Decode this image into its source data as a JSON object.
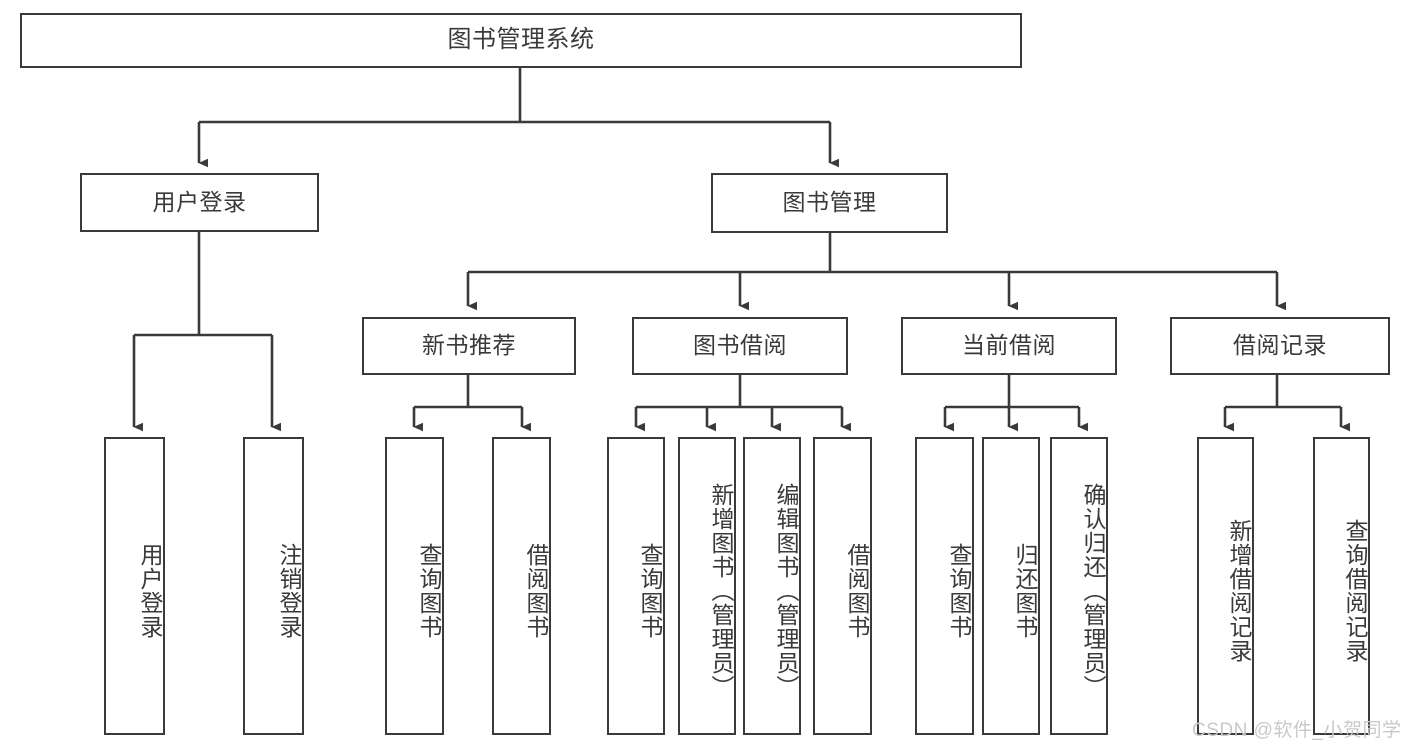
{
  "diagram": {
    "title": "图书管理系统",
    "type": "hierarchy-tree",
    "watermark": "CSDN @软件_小贺同学",
    "colors": {
      "stroke": "#3a3a3a",
      "fill": "#ffffff",
      "text": "#3a3a3a",
      "watermark": "#c9c9c9"
    },
    "nodes": {
      "root": {
        "label": "图书管理系统",
        "level": 0
      },
      "level1": [
        {
          "id": "user-login",
          "label": "用户登录"
        },
        {
          "id": "book-manage",
          "label": "图书管理"
        }
      ],
      "level2": [
        {
          "id": "new-book-recommend",
          "label": "新书推荐"
        },
        {
          "id": "book-borrow",
          "label": "图书借阅"
        },
        {
          "id": "current-borrow",
          "label": "当前借阅"
        },
        {
          "id": "borrow-record",
          "label": "借阅记录"
        }
      ],
      "leaves": {
        "user-login": [
          {
            "id": "leaf-user-login",
            "label": "用户登录"
          },
          {
            "id": "leaf-logout-login",
            "label": "注销登录"
          }
        ],
        "new-book-recommend": [
          {
            "id": "leaf-query-book-1",
            "label": "查询图书"
          },
          {
            "id": "leaf-borrow-book-1",
            "label": "借阅图书"
          }
        ],
        "book-borrow": [
          {
            "id": "leaf-query-book-2",
            "label": "查询图书"
          },
          {
            "id": "leaf-add-book",
            "label": "新增图书（管理员）"
          },
          {
            "id": "leaf-edit-book",
            "label": "编辑图书（管理员）"
          },
          {
            "id": "leaf-borrow-book-2",
            "label": "借阅图书"
          }
        ],
        "current-borrow": [
          {
            "id": "leaf-query-book-3",
            "label": "查询图书"
          },
          {
            "id": "leaf-return-book",
            "label": "归还图书"
          },
          {
            "id": "leaf-confirm-return",
            "label": "确认归还（管理员）"
          }
        ],
        "borrow-record": [
          {
            "id": "leaf-add-record",
            "label": "新增借阅记录"
          },
          {
            "id": "leaf-query-record",
            "label": "查询借阅记录"
          }
        ]
      }
    }
  }
}
